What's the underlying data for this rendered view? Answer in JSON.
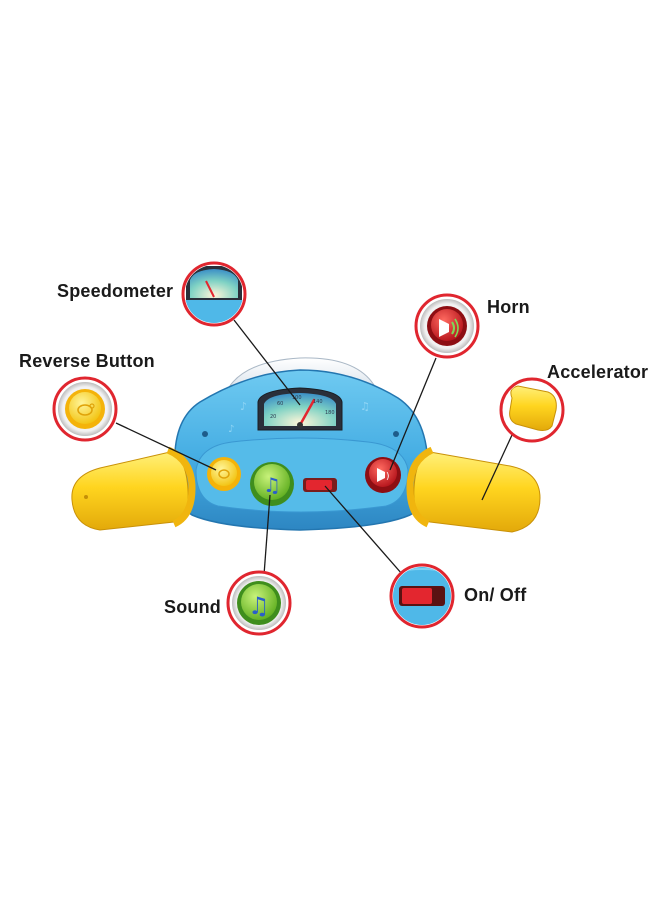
{
  "labels": {
    "speedometer": "Speedometer",
    "reverse": "Reverse Button",
    "horn": "Horn",
    "accelerator": "Accelerator",
    "sound": "Sound",
    "onoff": "On/ Off"
  },
  "colors": {
    "body_blue": "#4fb8e8",
    "body_dark_blue": "#2e8fc9",
    "handle_yellow": "#ffd21f",
    "callout_ring_red": "#e0262f",
    "button_green": "#8ed43a",
    "button_red": "#d8232a",
    "button_yellow": "#ffe23a",
    "dome_white": "#eef3f8"
  },
  "icons": {
    "reverse": "turtle-icon",
    "sound": "music-note-icon",
    "horn": "horn-icon",
    "onoff": "switch-icon"
  }
}
